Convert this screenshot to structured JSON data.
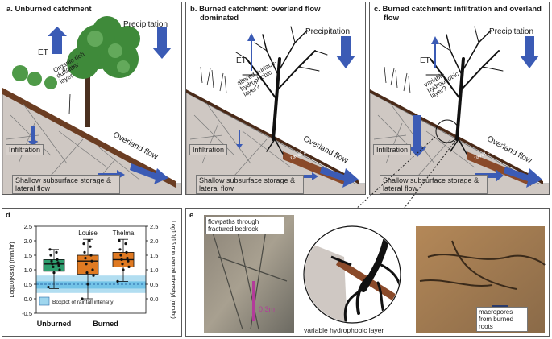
{
  "panels": {
    "a": {
      "title": "a. Unburned catchment",
      "precip": "Precipitation",
      "et": "ET",
      "duff": "Organic rich duff/litter layer",
      "overland": "Overland flow",
      "infiltration": "Infiltration",
      "subsurface": "Shallow subsurface storage & lateral flow"
    },
    "b": {
      "title_line1": "b. Burned catchment: overland flow",
      "title_line2": "dominated",
      "precip": "Precipitation",
      "et": "ET",
      "altered": "altered surface- hydrophobic layer?",
      "overland": "Overland flow",
      "infiltration": "Infiltration",
      "ravel": "ravel zone deposit",
      "subsurface": "Shallow subsurface storage & lateral flow"
    },
    "c": {
      "title_line1": "c. Burned catchment: infiltration and overland",
      "title_line2": "flow",
      "precip": "Precipitation",
      "et": "ET",
      "variable": "variable hydrophobic layer?",
      "overland": "Overland flow",
      "infiltration": "Infiltration",
      "ravel": "ravel zone deposit",
      "subsurface": "Shallow subsurface storage & lateral flow"
    },
    "d": {
      "title": "d"
    },
    "e": {
      "title": "e",
      "flowpaths": "flowpaths through fractured bedrock",
      "scale": "0.3m",
      "variable": "variable hydrophobic layer",
      "macropores": "macropores from burned roots"
    }
  },
  "colors": {
    "arrow_blue": "#3b5bb5",
    "soil_brown": "#8a4a2a",
    "ground_gray": "#cfc8c3",
    "boxplot_orange": "#e07a22",
    "boxplot_green": "#2e9e6e",
    "band_blue": "#9fd6ee"
  },
  "chart_data": {
    "type": "box",
    "ylabel_left": "Log10(Ksat) (mm/hr)",
    "ylabel_right": "Log10(15 min rainfall intensity) (mm/hr)",
    "ylim": [
      -0.5,
      2.5
    ],
    "yticks": [
      "-0.5",
      "0.0",
      "0.5",
      "1.0",
      "1.5",
      "2.0",
      "2.5"
    ],
    "right_yticks": [
      "0.0",
      "0.5",
      "1.0",
      "1.5",
      "2.0",
      "2.5"
    ],
    "group_labels": [
      "Unburned",
      "Burned"
    ],
    "legend": "Boxplot of rainfall intensity",
    "rainfall_band": {
      "min": 0.2,
      "q1": 0.35,
      "median": 0.5,
      "q3": 0.6,
      "max": 0.8
    },
    "series": [
      {
        "name": "",
        "color": "#2e9e6e",
        "box": {
          "min": 0.35,
          "q1": 0.95,
          "median": 1.2,
          "q3": 1.35,
          "max": 1.7
        },
        "points": [
          0.4,
          0.9,
          1.0,
          1.1,
          1.15,
          1.2,
          1.25,
          1.3,
          1.35,
          1.5,
          1.6,
          1.7
        ]
      },
      {
        "name": "Louise",
        "color": "#e07a22",
        "box": {
          "min": 0.0,
          "q1": 0.85,
          "median": 1.3,
          "q3": 1.5,
          "max": 2.05
        },
        "points": [
          0.0,
          0.5,
          0.8,
          0.9,
          1.0,
          1.2,
          1.3,
          1.4,
          1.5,
          1.6,
          1.8,
          1.9,
          2.0
        ]
      },
      {
        "name": "Thelma",
        "color": "#e07a22",
        "box": {
          "min": 0.6,
          "q1": 1.1,
          "median": 1.35,
          "q3": 1.6,
          "max": 2.05
        },
        "points": [
          0.6,
          1.0,
          1.1,
          1.2,
          1.3,
          1.35,
          1.4,
          1.5,
          1.6,
          1.7,
          1.9,
          2.0
        ]
      }
    ]
  }
}
